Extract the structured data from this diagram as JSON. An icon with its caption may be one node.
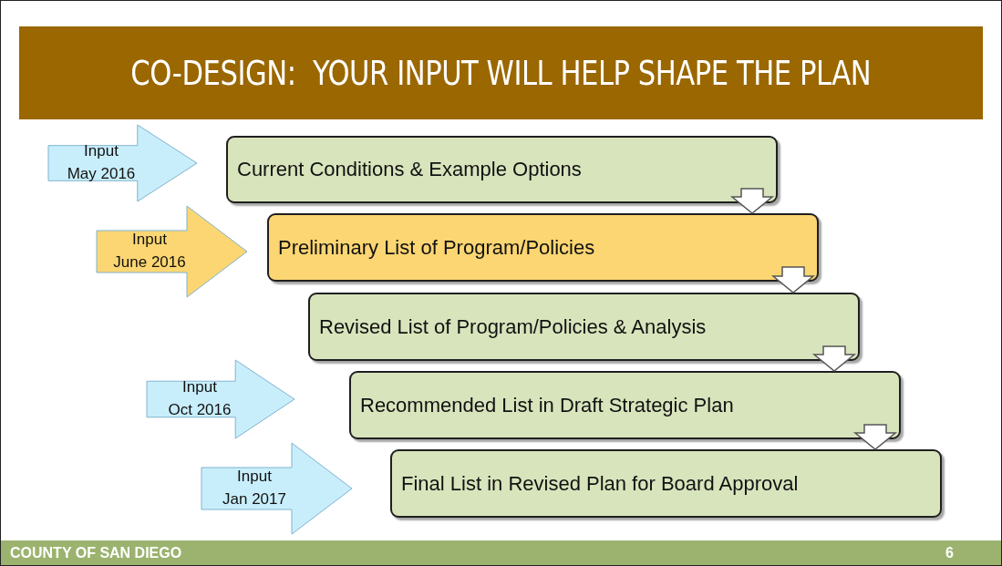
{
  "diagram": {
    "title": "CO-DESIGN:  YOUR INPUT WILL HELP SHAPE THE PLAN",
    "nodes": [
      {
        "text": [
          "Input May 2016"
        ]
      },
      {
        "text": [
          "Current Conditions & Example Options"
        ]
      },
      {
        "text": [
          "Input June 2016"
        ]
      },
      {
        "text": [
          "Preliminary List of Program/Policies"
        ]
      },
      {
        "text": [
          "Revised List of Program/Policies & Analysis"
        ]
      },
      {
        "text": [
          "Input Oct 2016"
        ]
      },
      {
        "text": [
          "Recommended List in Draft Strategic Plan"
        ]
      },
      {
        "text": [
          "Input Jan 2017"
        ]
      },
      {
        "text": [
          "Final List in Revised Plan for Board Approval"
        ]
      }
    ],
    "edges": [
      {
        "from": 1,
        "to": 3,
        "arrow": "to"
      },
      {
        "from": 3,
        "to": 4,
        "arrow": "to"
      },
      {
        "from": 4,
        "to": 6,
        "arrow": "to"
      },
      {
        "from": 6,
        "to": 8,
        "arrow": "to"
      }
    ],
    "labels": [
      "COUNTY OF SAN DIEGO",
      "6"
    ]
  }
}
